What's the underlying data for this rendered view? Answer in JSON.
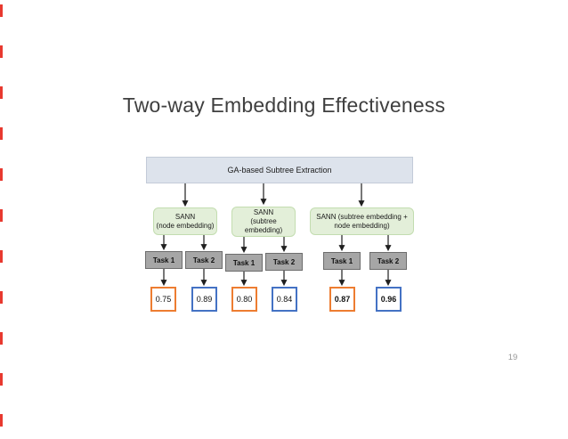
{
  "slide": {
    "title": "Two-way Embedding Effectiveness",
    "page_number": "19"
  },
  "colors": {
    "accent_orange": "#ED7D31",
    "accent_blue": "#4472C4",
    "top_box_fill": "#dde3ec",
    "top_box_border": "#c3cbd8",
    "green_fill": "#e3efd9",
    "green_border": "#c3ddb0",
    "task_fill": "#a6a6a6",
    "task_border": "#6d6d6d",
    "edge_marker_red": "#e8392f"
  },
  "diagram": {
    "root": {
      "label": "GA-based Subtree Extraction"
    },
    "methods": [
      {
        "label_lines": [
          "SANN",
          "(node embedding)"
        ]
      },
      {
        "label_lines": [
          "SANN",
          "(subtree",
          "embedding)"
        ]
      },
      {
        "label_lines": [
          "SANN (subtree embedding +",
          "node embedding)"
        ]
      }
    ],
    "tasks": [
      "Task 1",
      "Task 2",
      "Task 1",
      "Task 2",
      "Task 1",
      "Task 2"
    ],
    "results": [
      {
        "value": "0.75",
        "border": "orange",
        "bold": false
      },
      {
        "value": "0.89",
        "border": "blue",
        "bold": false
      },
      {
        "value": "0.80",
        "border": "orange",
        "bold": false
      },
      {
        "value": "0.84",
        "border": "blue",
        "bold": false
      },
      {
        "value": "0.87",
        "border": "orange",
        "bold": true
      },
      {
        "value": "0.96",
        "border": "blue",
        "bold": true
      }
    ]
  }
}
